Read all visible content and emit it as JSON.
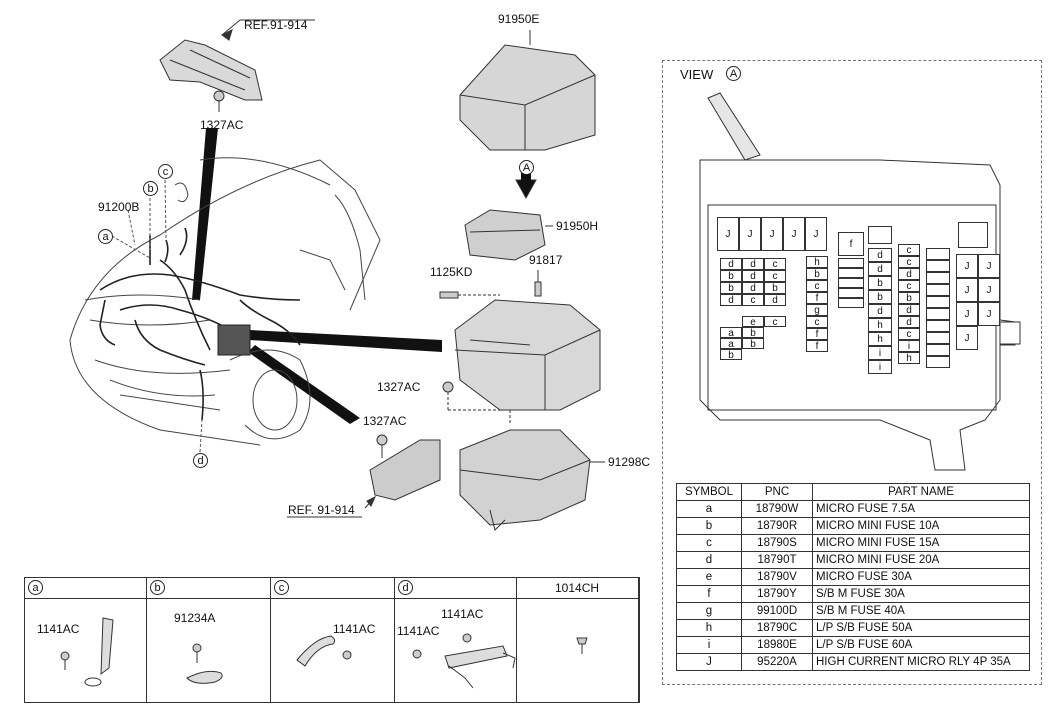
{
  "callouts": {
    "ref_top": "REF.91-914",
    "ref_bottom": "REF. 91-914",
    "p_91950E": "91950E",
    "p_91950H": "91950H",
    "p_1125KD": "1125KD",
    "p_91817": "91817",
    "p_1327AC_top": "1327AC",
    "p_1327AC_mid": "1327AC",
    "p_1327AC_low": "1327AC",
    "p_91200B": "91200B",
    "p_91298C": "91298C",
    "view_arrow_letter": "A",
    "letter_a": "a",
    "letter_b": "b",
    "letter_c": "c",
    "letter_d": "d"
  },
  "view": {
    "label": "VIEW",
    "letter": "A"
  },
  "fuse_box_labels": {
    "relays_top": [
      "J",
      "J",
      "J",
      "J",
      "J"
    ],
    "left_block": [
      "d",
      "d",
      "c",
      "b",
      "d",
      "c",
      "b",
      "d",
      "b",
      "d",
      "c",
      "d"
    ],
    "lower_left": [
      "e",
      "c",
      "a",
      "b",
      "a",
      "b",
      "b"
    ],
    "mid_col": [
      "h",
      "b",
      "c",
      "f",
      "g",
      "c",
      "f",
      "f"
    ],
    "col_f": [
      "f"
    ],
    "col_d": [
      "d",
      "d",
      "b",
      "b",
      "d",
      "h",
      "h",
      "i",
      "i"
    ],
    "col_c": [
      "c",
      "c",
      "d",
      "c",
      "b",
      "d",
      "d",
      "c",
      "i",
      "h"
    ],
    "relays_right": [
      "J",
      "J",
      "J",
      "J",
      "J",
      "J",
      "J"
    ]
  },
  "symbol_table": {
    "headers": [
      "SYMBOL",
      "PNC",
      "PART NAME"
    ],
    "rows": [
      {
        "symbol": "a",
        "pnc": "18790W",
        "name": "MICRO FUSE 7.5A"
      },
      {
        "symbol": "b",
        "pnc": "18790R",
        "name": "MICRO MINI FUSE 10A"
      },
      {
        "symbol": "c",
        "pnc": "18790S",
        "name": "MICRO MINI FUSE 15A"
      },
      {
        "symbol": "d",
        "pnc": "18790T",
        "name": "MICRO MINI FUSE 20A"
      },
      {
        "symbol": "e",
        "pnc": "18790V",
        "name": "MICRO FUSE 30A"
      },
      {
        "symbol": "f",
        "pnc": "18790Y",
        "name": "S/B M FUSE 30A"
      },
      {
        "symbol": "g",
        "pnc": "99100D",
        "name": "S/B M FUSE 40A"
      },
      {
        "symbol": "h",
        "pnc": "18790C",
        "name": "L/P S/B FUSE 50A"
      },
      {
        "symbol": "i",
        "pnc": "18980E",
        "name": "L/P S/B FUSE 60A"
      },
      {
        "symbol": "J",
        "pnc": "95220A",
        "name": "HIGH CURRENT MICRO RLY 4P 35A"
      }
    ]
  },
  "bottom_table": {
    "cells": [
      {
        "letter": "a",
        "title": "",
        "parts": [
          "1141AC"
        ]
      },
      {
        "letter": "b",
        "title": "",
        "parts": [
          "91234A"
        ]
      },
      {
        "letter": "c",
        "title": "",
        "parts": [
          "1141AC"
        ]
      },
      {
        "letter": "d",
        "title": "",
        "parts": [
          "1141AC",
          "1141AC"
        ]
      },
      {
        "letter": "",
        "title": "1014CH",
        "parts": []
      }
    ]
  }
}
